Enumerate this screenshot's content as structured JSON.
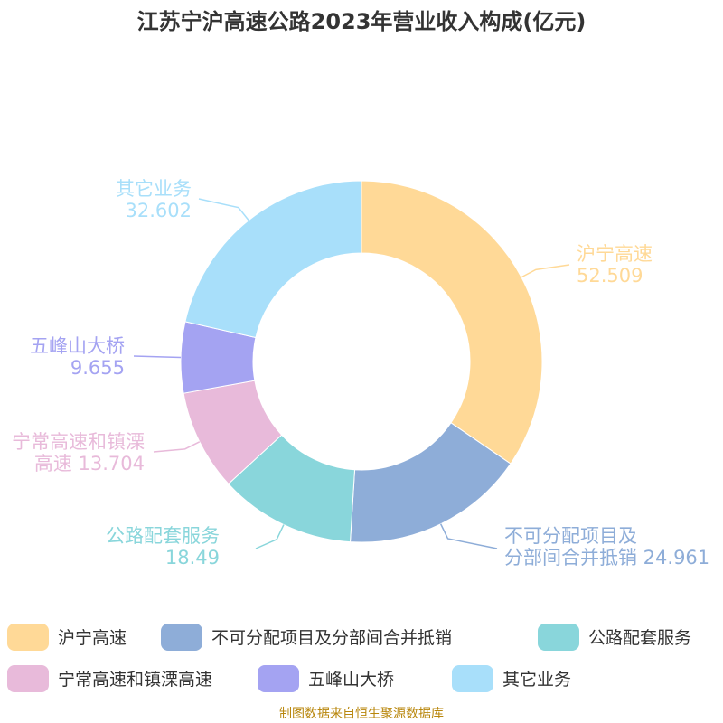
{
  "chart_data": {
    "type": "pie",
    "title": "江苏宁沪高速公路2023年营业收入构成(亿元)",
    "donut": true,
    "slices": [
      {
        "name": "沪宁高速",
        "value": 52.509,
        "label_lines": [
          "沪宁高速",
          "52.509"
        ],
        "color": "#FFD997"
      },
      {
        "name": "不可分配项目及分部间合并抵销",
        "value": 24.961,
        "label_lines": [
          "不可分配项目及",
          "分部间合并抵销 24.961"
        ],
        "color": "#8EADD8"
      },
      {
        "name": "公路配套服务",
        "value": 18.49,
        "label_lines": [
          "公路配套服务",
          "18.49"
        ],
        "color": "#89D6DB"
      },
      {
        "name": "宁常高速和镇溧高速",
        "value": 13.704,
        "label_lines": [
          "宁常高速和镇溧",
          "高速 13.704"
        ],
        "color": "#E8BADA"
      },
      {
        "name": "五峰山大桥",
        "value": 9.655,
        "label_lines": [
          "五峰山大桥",
          "9.655"
        ],
        "color": "#A4A3F2"
      },
      {
        "name": "其它业务",
        "value": 32.602,
        "label_lines": [
          "其它业务",
          "32.602"
        ],
        "color": "#A8DFFA"
      }
    ],
    "legend_position": "bottom"
  },
  "footer": {
    "source": "制图数据来自恒生聚源数据库"
  }
}
